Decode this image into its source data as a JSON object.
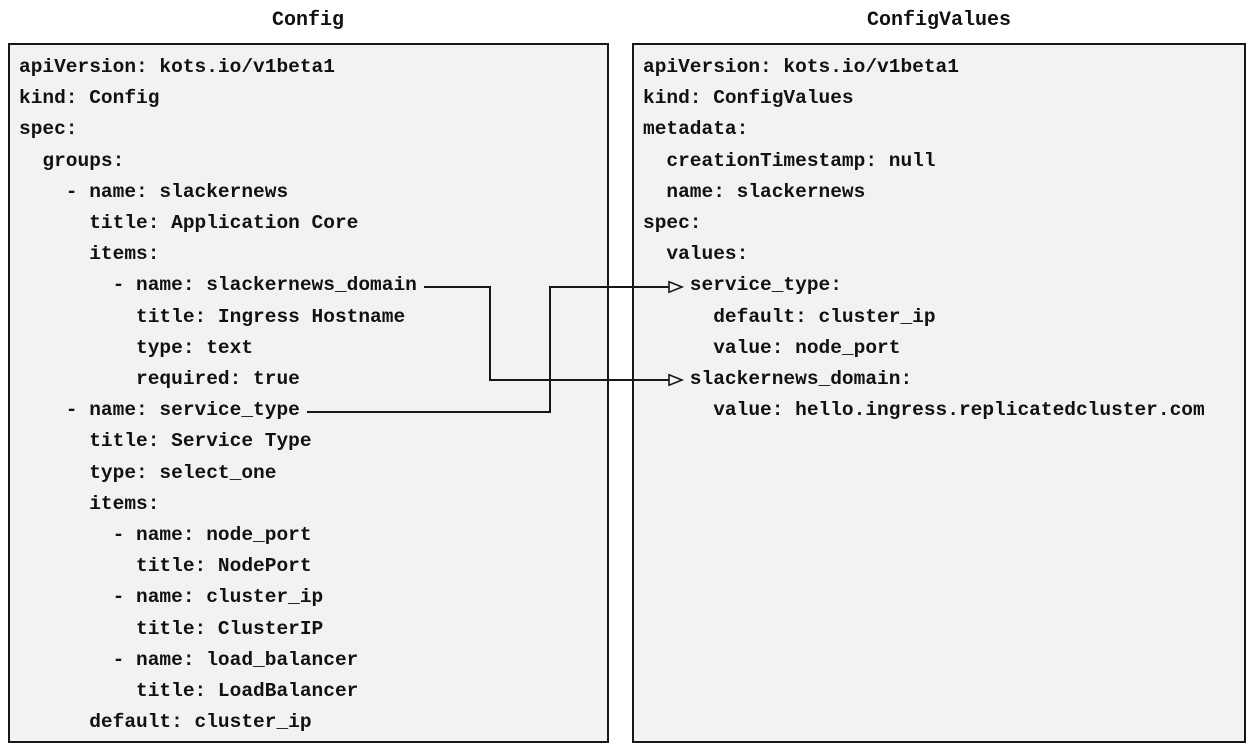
{
  "diagram": {
    "description": "Mapping between a KOTS Config manifest and the ConfigValues manifest generated from it",
    "box_fill": "#f2f2f2",
    "line_color": "#171717",
    "text_color": "#111111",
    "page_background": "#ffffff"
  },
  "config_panel": {
    "title": "Config",
    "yaml_lines": [
      "apiVersion: kots.io/v1beta1",
      "kind: Config",
      "spec:",
      "  groups:",
      "    - name: slackernews",
      "      title: Application Core",
      "      items:",
      "        - name: slackernews_domain",
      "          title: Ingress Hostname",
      "          type: text",
      "          required: true",
      "    - name: service_type",
      "      title: Service Type",
      "      type: select_one",
      "      items:",
      "        - name: node_port",
      "          title: NodePort",
      "        - name: cluster_ip",
      "          title: ClusterIP",
      "        - name: load_balancer",
      "          title: LoadBalancer",
      "      default: cluster_ip"
    ]
  },
  "config_values_panel": {
    "title": "ConfigValues",
    "yaml_lines": [
      "apiVersion: kots.io/v1beta1",
      "kind: ConfigValues",
      "metadata:",
      "  creationTimestamp: null",
      "  name: slackernews",
      "spec:",
      "  values:",
      "    service_type:",
      "      default: cluster_ip",
      "      value: node_port",
      "    slackernews_domain:",
      "      value: hello.ingress.replicatedcluster.com"
    ]
  },
  "connections": [
    {
      "from": "Config item slackernews_domain",
      "to": "ConfigValues value slackernews_domain"
    },
    {
      "from": "Config item service_type",
      "to": "ConfigValues value service_type"
    }
  ]
}
